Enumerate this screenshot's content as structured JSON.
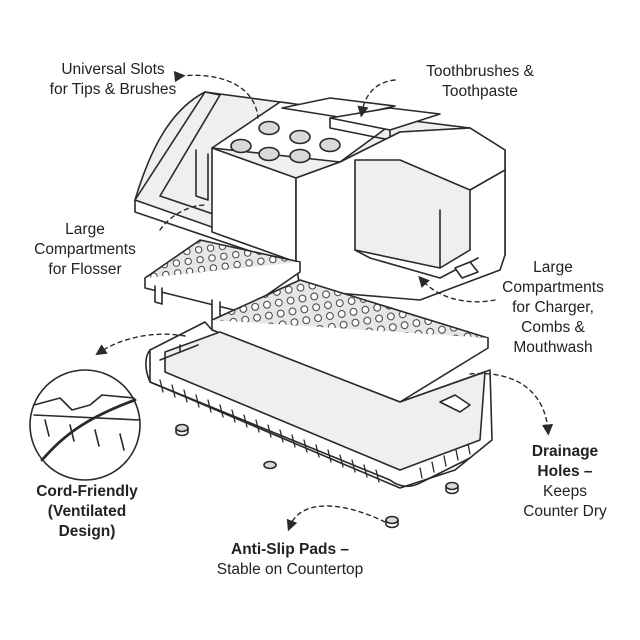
{
  "labels": {
    "universal_slots": [
      "Universal Slots",
      "for Tips & Brushes"
    ],
    "toothbrushes": [
      "Toothbrushes &",
      "Toothpaste"
    ],
    "flosser": [
      "Large",
      "Compartments",
      "for Flosser"
    ],
    "charger": [
      "Large",
      "Compartments",
      "for Charger,",
      "Combs &",
      "Mouthwash"
    ],
    "drainage": {
      "bold": [
        "Drainage",
        "Holes –"
      ],
      "regular": [
        "Keeps",
        "Counter Dry"
      ]
    },
    "cord": [
      "Cord-Friendly",
      "(Ventilated",
      "Design)"
    ],
    "antislip": {
      "bold": "Anti-Slip Pads –",
      "regular": "Stable on Countertop"
    }
  },
  "colors": {
    "line": "#2a2a2a",
    "fill_light": "#efefef",
    "fill_mid": "#d9d9d9",
    "fill_white": "#ffffff"
  }
}
